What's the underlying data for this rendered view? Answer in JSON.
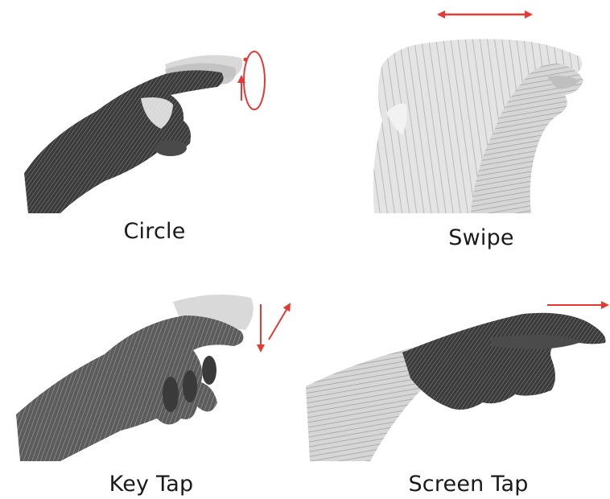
{
  "gestures": [
    {
      "label": "Circle"
    },
    {
      "label": "Swipe"
    },
    {
      "label": "Key Tap"
    },
    {
      "label": "Screen Tap"
    }
  ],
  "colors": {
    "arrow": "#e53935",
    "hand_dark": "#3a3a3a",
    "hand_mid": "#6b6b6b",
    "hand_light": "#d9d9d9",
    "caption": "#1a1a1a"
  }
}
